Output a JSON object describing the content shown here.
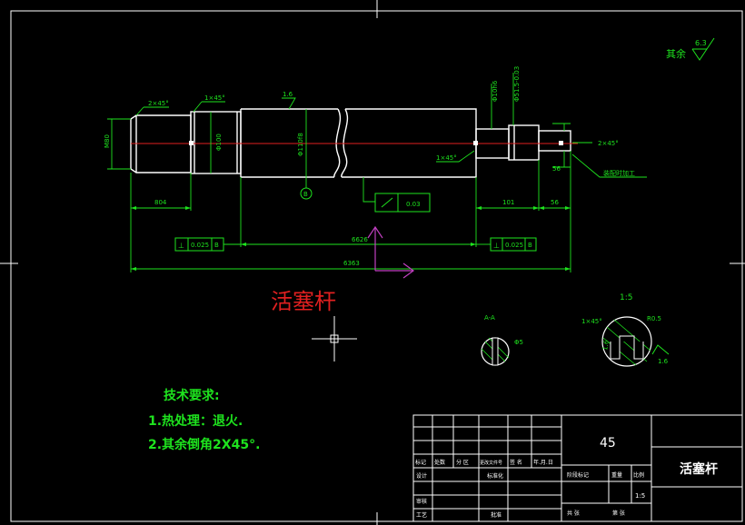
{
  "drawing": {
    "title": "活塞杆",
    "roughness": {
      "label": "其余",
      "value": "6.3"
    },
    "dimensions": {
      "total_length": "6363",
      "main_length": "6626",
      "left_end": "804",
      "right_section": "101",
      "right_end": "56",
      "right_end_top": "56",
      "left_chamfer": "2×45°",
      "left_shoulder_chamfer": "1×45°",
      "right_chamfer": "2×45°",
      "mid_chamfer": "1×45°",
      "left_dia": "M80",
      "shoulder_dia": "Φ100",
      "main_dia": "Φ110f8",
      "right_dia_1": "Φ10h6",
      "right_dia_2": "Φ51.5-0.03",
      "surface_finish": "1.6",
      "straightness": "0.03",
      "runout_left": "0.025",
      "runout_right": "0.025",
      "datum": "B",
      "datum_marker": "B",
      "note_assembly": "装配时加工"
    },
    "section_view": {
      "label": "A-A",
      "dim": "Φ5"
    },
    "detail_view": {
      "scale": "1:5",
      "chamfer": "1×45°",
      "radius": "R0.5",
      "finish_1": "1.6",
      "finish_2": "1.6"
    }
  },
  "notes": {
    "heading": "技术要求:",
    "items": [
      "1.热处理：退火.",
      "2.其余倒角2X45°."
    ]
  },
  "title_block": {
    "material": "45",
    "part_name": "活塞杆",
    "scale": "1:5",
    "row_headers": [
      "标记",
      "处数",
      "分 区",
      "更改文件号",
      "签 名",
      "年.月.日"
    ],
    "labels": {
      "design": "设计",
      "standardization": "标准化",
      "review": "审核",
      "process": "工艺",
      "approve": "批准",
      "stage_mark": "阶段标记",
      "weight": "重量",
      "scale_label": "比例",
      "sheets_total": "共 张",
      "sheet_no": "第 张"
    }
  },
  "colors": {
    "line": "#1ee31e",
    "outline": "#ffffff",
    "center": "#e02020",
    "axis_ucs": "#c040c0"
  }
}
